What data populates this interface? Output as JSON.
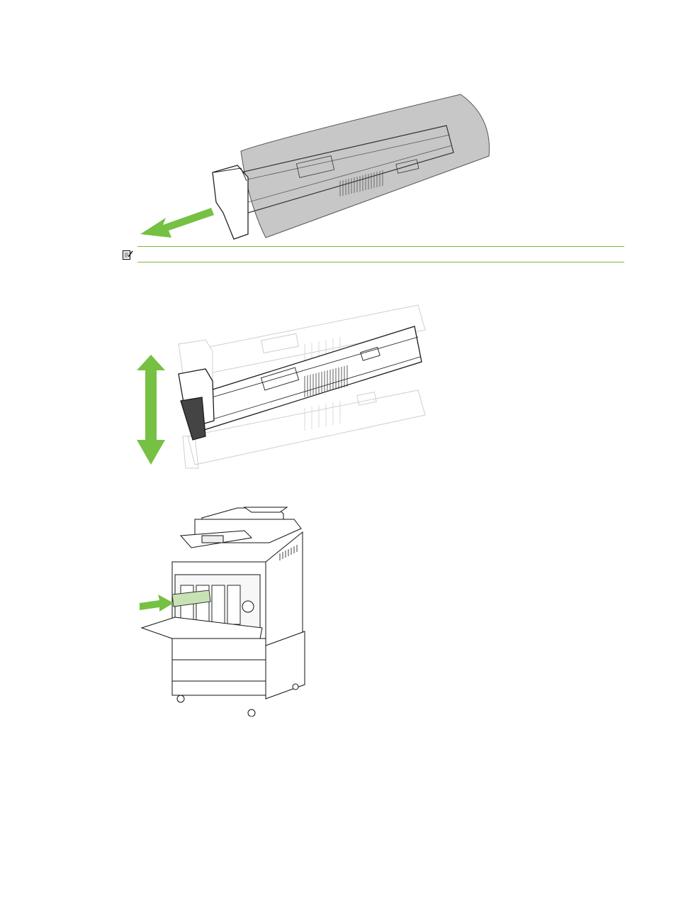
{
  "page": {
    "background_color": "#ffffff",
    "accent_color": "#76c043",
    "rule_color": "#7fb539"
  },
  "figures": [
    {
      "name": "remove-cartridge-from-bag",
      "icon": "arrow-left-down-icon"
    },
    {
      "name": "shake-cartridge",
      "icon": "double-arrow-vertical-icon"
    },
    {
      "name": "insert-cartridge-into-printer",
      "icon": "arrow-right-icon"
    }
  ],
  "note": {
    "icon": "note-pad-icon",
    "text": ""
  }
}
